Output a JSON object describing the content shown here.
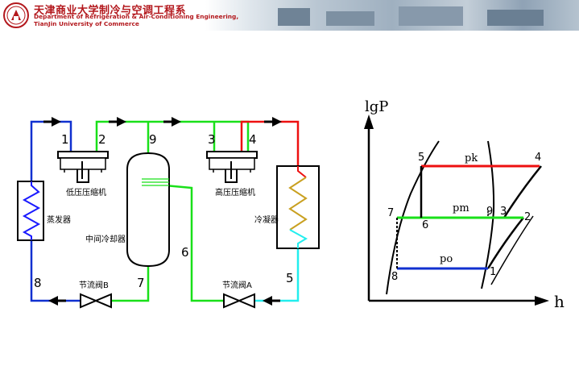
{
  "header": {
    "university_cn": "天津商业大学制冷与空调工程系",
    "department_en": "Department of Refrigeration & Air-Conditioning Engineering,",
    "university_en": "TianJin University of Commerce"
  },
  "schematic": {
    "components": {
      "low_compressor": "低压压缩机",
      "high_compressor": "高压压缩机",
      "evaporator": "蒸发器",
      "condenser": "冷凝器",
      "intercooler": "中间冷却器",
      "valve_b": "节流阀B",
      "valve_a": "节流阀A"
    },
    "points": [
      "1",
      "2",
      "9",
      "3",
      "4",
      "5",
      "6",
      "7",
      "8"
    ]
  },
  "ph_diagram": {
    "y_axis": "lgP",
    "x_axis": "h",
    "pressures": {
      "pk": "pk",
      "pm": "pm",
      "po": "po"
    },
    "points": [
      "5",
      "4",
      "7",
      "6",
      "9",
      "3",
      "2",
      "8",
      "1"
    ]
  },
  "colors": {
    "low_pressure_line": "#1030d0",
    "mid_pressure_line": "#19e019",
    "high_pressure_line": "#ee1010",
    "liquid_line": "#22eeee",
    "condenser_coil": "#c9a020",
    "evaporator_coil": "#1a1aff",
    "brand_red": "#b3181d"
  }
}
